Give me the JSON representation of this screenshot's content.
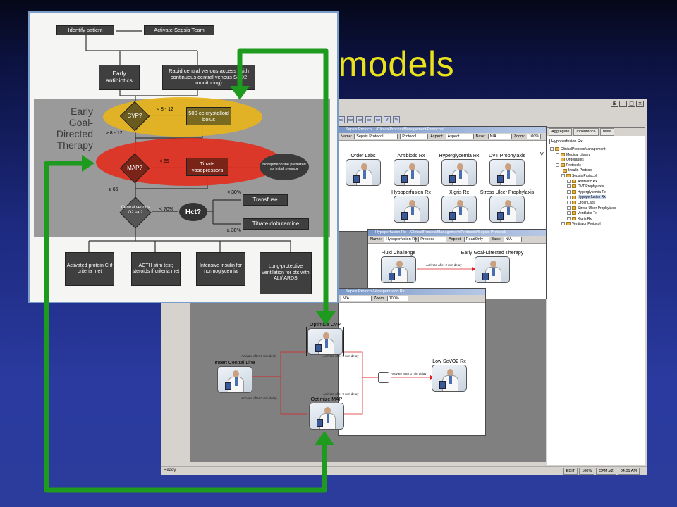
{
  "slide": {
    "title": "s models"
  },
  "app": {
    "status": {
      "ready": "Ready",
      "cells": [
        "EDIT",
        "100%",
        "CPM.V2",
        "04:01 AM"
      ]
    },
    "toolbar_icons": [
      "new-icon",
      "open-icon",
      "save-icon",
      "window-icon",
      "window-icon",
      "help-icon",
      "run-icon"
    ]
  },
  "sepsis_window": {
    "title": "Sepsis Protocol - /ClinicalProcessManagement/Protocols/",
    "name_label": "Name:",
    "name_value": "Sepsis Protocol",
    "type_value": "Protocol",
    "aspect_label": "Aspect:",
    "aspect_value": "Aspect",
    "base_label": "Base:",
    "base_value": "N/A",
    "zoom_label": "Zoom:",
    "zoom_value": "100%",
    "nodes": [
      "Order Labs",
      "Antibiotic Rx",
      "Hyperglycemia Rx",
      "DVT Prophylaxis",
      "V",
      "Hypoperfusion Rx",
      "Xigris Rx",
      "Stress Ulcer Prophylaxis"
    ]
  },
  "hypo_window": {
    "title": "Hypoperfusion Rx - /ClinicalProcessManagement/Protocols/Sepsis Protocol/",
    "name_label": "Name:",
    "name_value": "Hypoperfusion Rx",
    "type_value": "Process",
    "aspect_label": "Aspect:",
    "aspect_value": "ReadOnly",
    "base_label": "Base:",
    "base_value": "N/A",
    "nodes": [
      "Fluid Challenge",
      "Early Goal-Directed Therapy"
    ],
    "edge_label": "Activate after 0 min delay"
  },
  "egdt_window": {
    "title": "Sepsis Protocol/Hypoperfusion Rx/",
    "base_value": "N/A",
    "zoom_label": "Zoom:",
    "zoom_value": "100%",
    "nodes": [
      "Optimize CVP",
      "Insert Central Line",
      "Low ScVO2 Rx",
      "Optimize MAP"
    ],
    "edge_labels": [
      "Activate after 0 min delay",
      "Activate after 0 min delay",
      "Activate after 0 min delay",
      "Activate after 0 min delay",
      "Activate after 0 min delay",
      "Activate after 0 min delay"
    ]
  },
  "side_panel": {
    "tabs": [
      "Aggregate",
      "Inheritance",
      "Meta"
    ],
    "selector": "Hypoperfusion Rx",
    "tree": [
      "ClinicalProcessManagement",
      "Medical Library",
      "Orderables",
      "Protocols",
      "Insulin Protocol",
      "Sepsis Protocol",
      "Antibiotic Rx",
      "DVT Prophylaxis",
      "Hyperglycemia Rx",
      "Hypoperfusion Rx",
      "Order Labs",
      "Stress Ulcer Prophylaxis",
      "Ventilator Tx",
      "Xigris Rx",
      "Ventilator Protocol"
    ]
  },
  "flowchart": {
    "identify": "Identify patient",
    "activate": "Activate Sepsis Team",
    "early_abx": "Early antibiotics",
    "rapid": "Rapid central venous access (with continuous central venous SaO2 monitoring)",
    "egdt": "Early Goal-Directed Therapy",
    "cvp": "CVP?",
    "cvp_range": "< 8 - 12",
    "crystalloid": "500 cc crystalloid bolus",
    "ge_8_12": "≥ 8 - 12",
    "map": "MAP?",
    "map_lt": "< 65",
    "titrate_vaso": "Titrate vasopressors",
    "norepi": "Norepinephrine preferred as initial pressor",
    "ge_65": "≥ 65",
    "lt_30": "< 30%",
    "central": "Central venous O2 sat?",
    "lt_70": "< 70%",
    "hct": "Hct?",
    "transfuse": "Transfuse",
    "ge_30": "≥ 30%",
    "titrate_dob": "Titrate dobutamine",
    "outcomes": [
      "Activated protein C if criteria met",
      "ACTH stim test; steroids if criteria met",
      "Intensive insulin for normoglycemia",
      "Lung-protective ventilation for pts with ALI/ ARDS"
    ]
  },
  "colors": {
    "arrow": "#20a020",
    "title": "#e8e11c",
    "cvp_ellipse": "#e6b41c",
    "map_ellipse": "#e23020"
  }
}
